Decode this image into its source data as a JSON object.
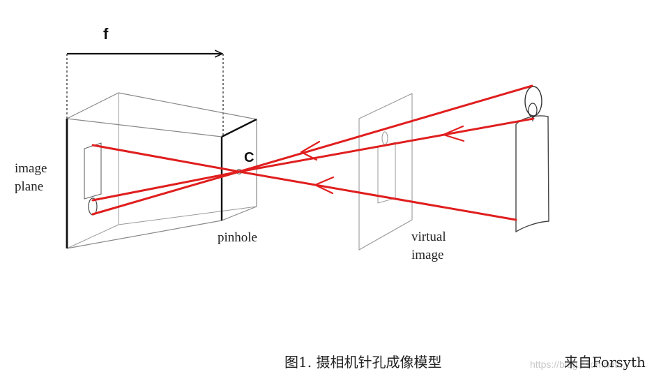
{
  "labels": {
    "focal_length": "f",
    "center": "C",
    "image_plane_line1": "image",
    "image_plane_line2": "plane",
    "pinhole": "pinhole",
    "virtual_image_line1": "virtual",
    "virtual_image_line2": "image"
  },
  "caption": {
    "text": "图1. 摄相机针孔成像模型",
    "source": "来自Forsyth"
  },
  "watermark": "https://blog.csdn.net/...",
  "colors": {
    "ray": "#e01e1e",
    "outline": "#888888",
    "edge": "#111111",
    "dashed": "#222222"
  }
}
